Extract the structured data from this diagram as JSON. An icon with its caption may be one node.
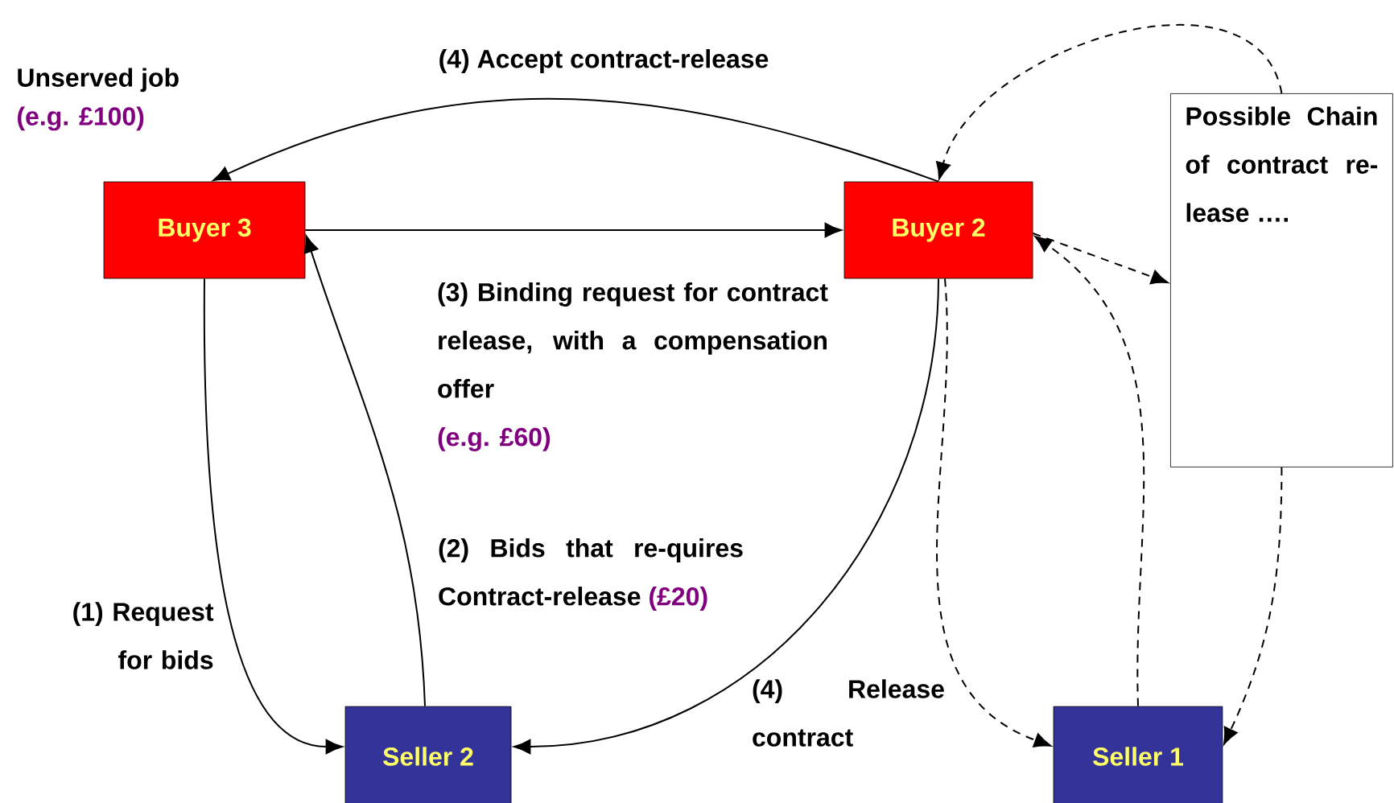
{
  "diagram": {
    "nodes": [
      {
        "text": [
          "Buyer 3"
        ],
        "beside": [
          "Unserved job",
          "(e.g. £100)"
        ]
      },
      {
        "text": [
          "Buyer 2"
        ]
      },
      {
        "text": [
          "Possible Chain of contract re-lease …."
        ]
      },
      {
        "text": [
          "Seller 2"
        ]
      },
      {
        "text": [
          "Seller 1"
        ]
      }
    ],
    "edges": [
      {
        "from": 1,
        "to": 0,
        "arrow": "to",
        "label": "(4) Accept contract-release"
      },
      {
        "from": 0,
        "to": 1,
        "arrow": "to",
        "label": "(3) Binding request for contract release, with a compensation offer"
      },
      {
        "from": 0,
        "to": 3,
        "arrow": "to",
        "label": "(1) Request for bids"
      },
      {
        "from": 3,
        "to": 0,
        "arrow": "to",
        "label": "(2) Bids that re-quires Contract-release"
      },
      {
        "from": 1,
        "to": 3,
        "arrow": "to",
        "label": "(4) Release contract"
      },
      {
        "from": 1,
        "to": 4,
        "arrow": "to",
        "style": "dashed"
      },
      {
        "from": 4,
        "to": 1,
        "arrow": "to",
        "style": "dashed"
      },
      {
        "from": 2,
        "to": 1,
        "arrow": "to",
        "style": "dashed"
      },
      {
        "from": 1,
        "to": 2,
        "arrow": "to",
        "style": "dashed"
      },
      {
        "from": 2,
        "to": 4,
        "arrow": "to",
        "style": "dashed"
      }
    ],
    "labels": [
      "(e.g. £60)",
      "(£20)"
    ]
  }
}
